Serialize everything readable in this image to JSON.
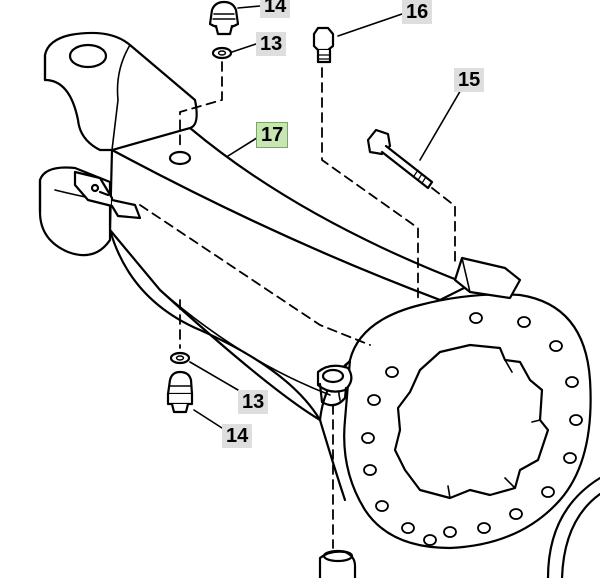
{
  "callouts": {
    "c14_top": "14",
    "c13_top": "13",
    "c16": "16",
    "c15": "15",
    "c17": "17",
    "c13_bottom": "13",
    "c14_bottom": "14"
  },
  "colors": {
    "line": "#000000",
    "callout_bg": "#dedede",
    "callout_highlight": "#c8e6b4"
  }
}
